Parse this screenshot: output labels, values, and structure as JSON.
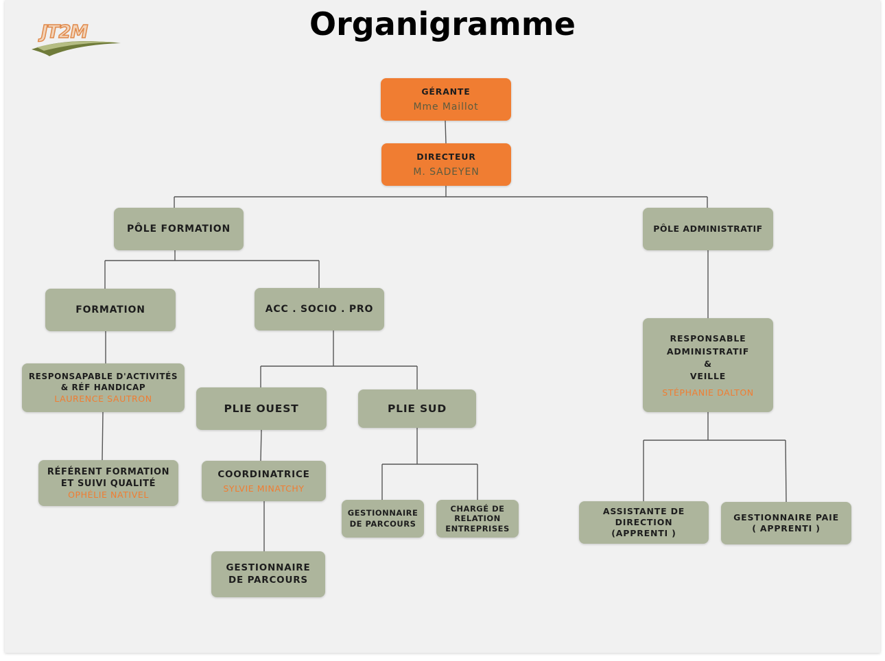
{
  "title": "Organigramme",
  "logo": {
    "text": "JT2M"
  },
  "colors": {
    "orange": "#f07d32",
    "sage": "#adb59c",
    "background": "#f1f1f1",
    "line": "#555555"
  },
  "nodes": {
    "gerante": {
      "title": "GÉRANTE",
      "person": "Mme Maillot"
    },
    "directeur": {
      "title": "DIRECTEUR",
      "person": "M. SADEYEN"
    },
    "pole_formation": {
      "title": "PÔLE FORMATION"
    },
    "pole_administratif": {
      "title": "PÔLE ADMINISTRATIF"
    },
    "formation": {
      "title": "FORMATION"
    },
    "acc_socio_pro": {
      "title": "ACC . SOCIO . PRO"
    },
    "resp_activites": {
      "title": "RESPONSAPABLE D'ACTIVITÉS\n& RÉF HANDICAP",
      "person": "LAURENCE SAUTRON"
    },
    "referent_formation": {
      "title": "RÉFÉRENT FORMATION\nET SUIVI QUALITÉ",
      "person": "OPHÉLIE NATIVEL"
    },
    "plie_ouest": {
      "title": "PLIE OUEST"
    },
    "plie_sud": {
      "title": "PLIE SUD"
    },
    "coordinatrice": {
      "title": "COORDINATRICE",
      "person": "SYLVIE MINATCHY"
    },
    "gestionnaire_parcours_ouest": {
      "title": "GESTIONNAIRE\nDE PARCOURS"
    },
    "gestionnaire_parcours_sud": {
      "title": "GESTIONNAIRE\nDE PARCOURS"
    },
    "charge_relation": {
      "title": "CHARGÉ DE\nRELATION\nENTREPRISES"
    },
    "resp_administratif": {
      "title": "RESPONSABLE\nADMINISTRATIF\n&\nVEILLE",
      "person": "STÉPHANIE DALTON"
    },
    "assistante_direction": {
      "title": "ASSISTANTE DE\nDIRECTION\n(APPRENTI )"
    },
    "gestionnaire_paie": {
      "title": "GESTIONNAIRE PAIE\n( APPRENTI )"
    }
  }
}
